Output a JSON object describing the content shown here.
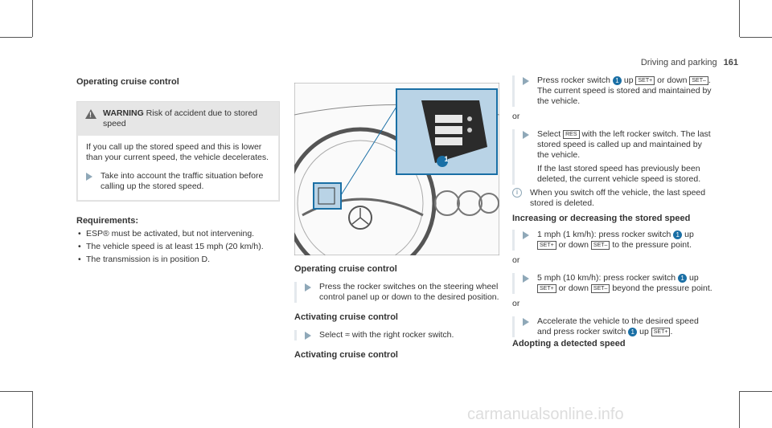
{
  "header": {
    "section": "Driving and parking",
    "page": "161"
  },
  "left": {
    "heading": "Operating cruise control",
    "warning": {
      "label": "WARNING",
      "title": "Risk of accident due to stored speed",
      "body": "If you call up the stored speed and this is lower than your current speed, the vehicle decelerates.",
      "step": "Take into account the traffic situation before calling up the stored speed."
    },
    "requirements": {
      "heading": "Requirements:",
      "items": [
        "ESP® must be activated, but not intervening.",
        "The vehicle speed is at least 15 mph (20 km/h).",
        "The transmission is in position D."
      ]
    }
  },
  "middle": {
    "figure": {
      "callout": "1",
      "bg": "#b9d3e6",
      "accent": "#1a6fa5"
    },
    "heading": "Operating cruise control",
    "step1": "Press the rocker switches on the steering wheel control panel up or down to the desired position.",
    "activating_heading": "Activating cruise control",
    "step2": "Select ≈ with the right rocker switch.",
    "activating_heading2": "Activating cruise control"
  },
  "right": {
    "step1a": "Press rocker switch",
    "step1_num": "1",
    "step1b": "up",
    "key_up": "SET+",
    "step1c": "or down",
    "key_down": "SET–",
    "step1d": "The current speed is stored and maintained by the vehicle.",
    "or": "or",
    "step2a": "Select",
    "key_res": "RES",
    "step2b": "with the left rocker switch. The last stored speed is called up and maintained by the vehicle.",
    "step2c": "If the last stored speed has previously been deleted, the current vehicle speed is stored.",
    "note": "When you switch off the vehicle, the last speed stored is deleted.",
    "inc_heading": "Increasing or decreasing the stored speed",
    "s3a": "1 mph (1 km/h): press rocker switch",
    "s3b": "up",
    "s3c": "or down",
    "s3d": "to the pressure point.",
    "s4a": "5 mph (10 km/h): press rocker switch",
    "s4b": "up",
    "s4c": "or down",
    "s4d": "beyond the pressure point.",
    "s5a": "Accelerate the vehicle to the desired speed and press rocker switch",
    "s5b": "up",
    "adopt_heading": "Adopting a detected speed"
  },
  "watermark": "carmanualsonline.info"
}
